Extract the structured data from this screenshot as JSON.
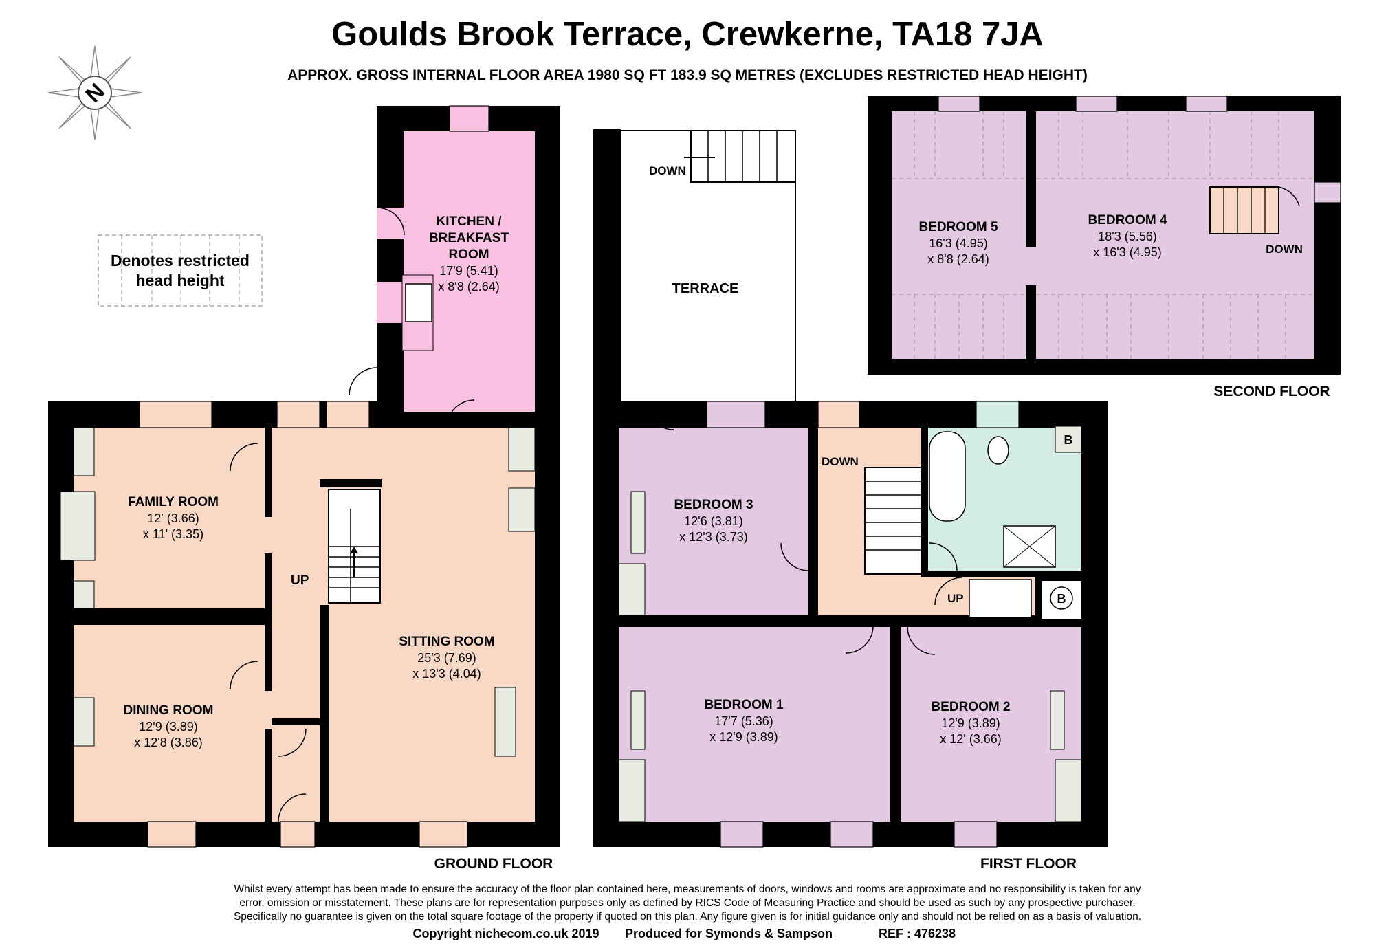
{
  "title": "Goulds Brook Terrace, Crewkerne, TA18 7JA",
  "subtitle": "APPROX. GROSS INTERNAL FLOOR AREA 1980 SQ FT 183.9 SQ METRES (EXCLUDES RESTRICTED HEAD HEIGHT)",
  "compass": {
    "label": "N"
  },
  "legend": {
    "line1": "Denotes restricted",
    "line2": "head height"
  },
  "floors": {
    "ground": "GROUND FLOOR",
    "first": "FIRST FLOOR",
    "second": "SECOND FLOOR"
  },
  "rooms": {
    "kitchen": {
      "line1": "KITCHEN /",
      "line2": "BREAKFAST",
      "line3": "ROOM",
      "dim1": "17'9 (5.41)",
      "dim2": "x 8'8 (2.64)"
    },
    "family": {
      "name": "FAMILY ROOM",
      "dim1": "12' (3.66)",
      "dim2": "x 11' (3.35)"
    },
    "dining": {
      "name": "DINING ROOM",
      "dim1": "12'9 (3.89)",
      "dim2": "x 12'8 (3.86)"
    },
    "sitting": {
      "name": "SITTING ROOM",
      "dim1": "25'3 (7.69)",
      "dim2": "x 13'3 (4.04)"
    },
    "terrace": {
      "name": "TERRACE"
    },
    "bedroom3": {
      "name": "BEDROOM 3",
      "dim1": "12'6 (3.81)",
      "dim2": "x 12'3 (3.73)"
    },
    "bedroom1": {
      "name": "BEDROOM 1",
      "dim1": "17'7 (5.36)",
      "dim2": "x 12'9 (3.89)"
    },
    "bedroom2": {
      "name": "BEDROOM 2",
      "dim1": "12'9 (3.89)",
      "dim2": "x 12' (3.66)"
    },
    "bedroom5": {
      "name": "BEDROOM 5",
      "dim1": "16'3 (4.95)",
      "dim2": "x 8'8 (2.64)"
    },
    "bedroom4": {
      "name": "BEDROOM 4",
      "dim1": "18'3 (5.56)",
      "dim2": "x 16'3 (4.95)"
    }
  },
  "stairs": {
    "up": "UP",
    "down": "DOWN",
    "boiler": "B"
  },
  "disclaimer": {
    "line1": "Whilst every attempt has been made to ensure the accuracy of the floor plan contained here, measurements of doors, windows and rooms are approximate and no responsibility is taken for any",
    "line2": "error, omission or misstatement. These plans are for representation purposes only as defined by RICS Code of Measuring Practice and should be used as such by any prospective purchaser.",
    "line3": "Specifically no guarantee is given on the total square footage of the property if quoted on this plan. Any figure given is for initial guidance only and should not be relied on as a basis of valuation."
  },
  "footer": {
    "copyright": "Copyright nichecom.co.uk 2019",
    "produced": "Produced for Symonds & Sampson",
    "ref": "REF : 476238"
  },
  "colors": {
    "wall": "#000000",
    "ground_floor": "#f9d9c6",
    "kitchen": "#f9c0e2",
    "bedroom": "#e3c9e2",
    "bathroom": "#d3ece6",
    "landing": "#f9d9c6",
    "fitting": "#e8ebe1"
  }
}
